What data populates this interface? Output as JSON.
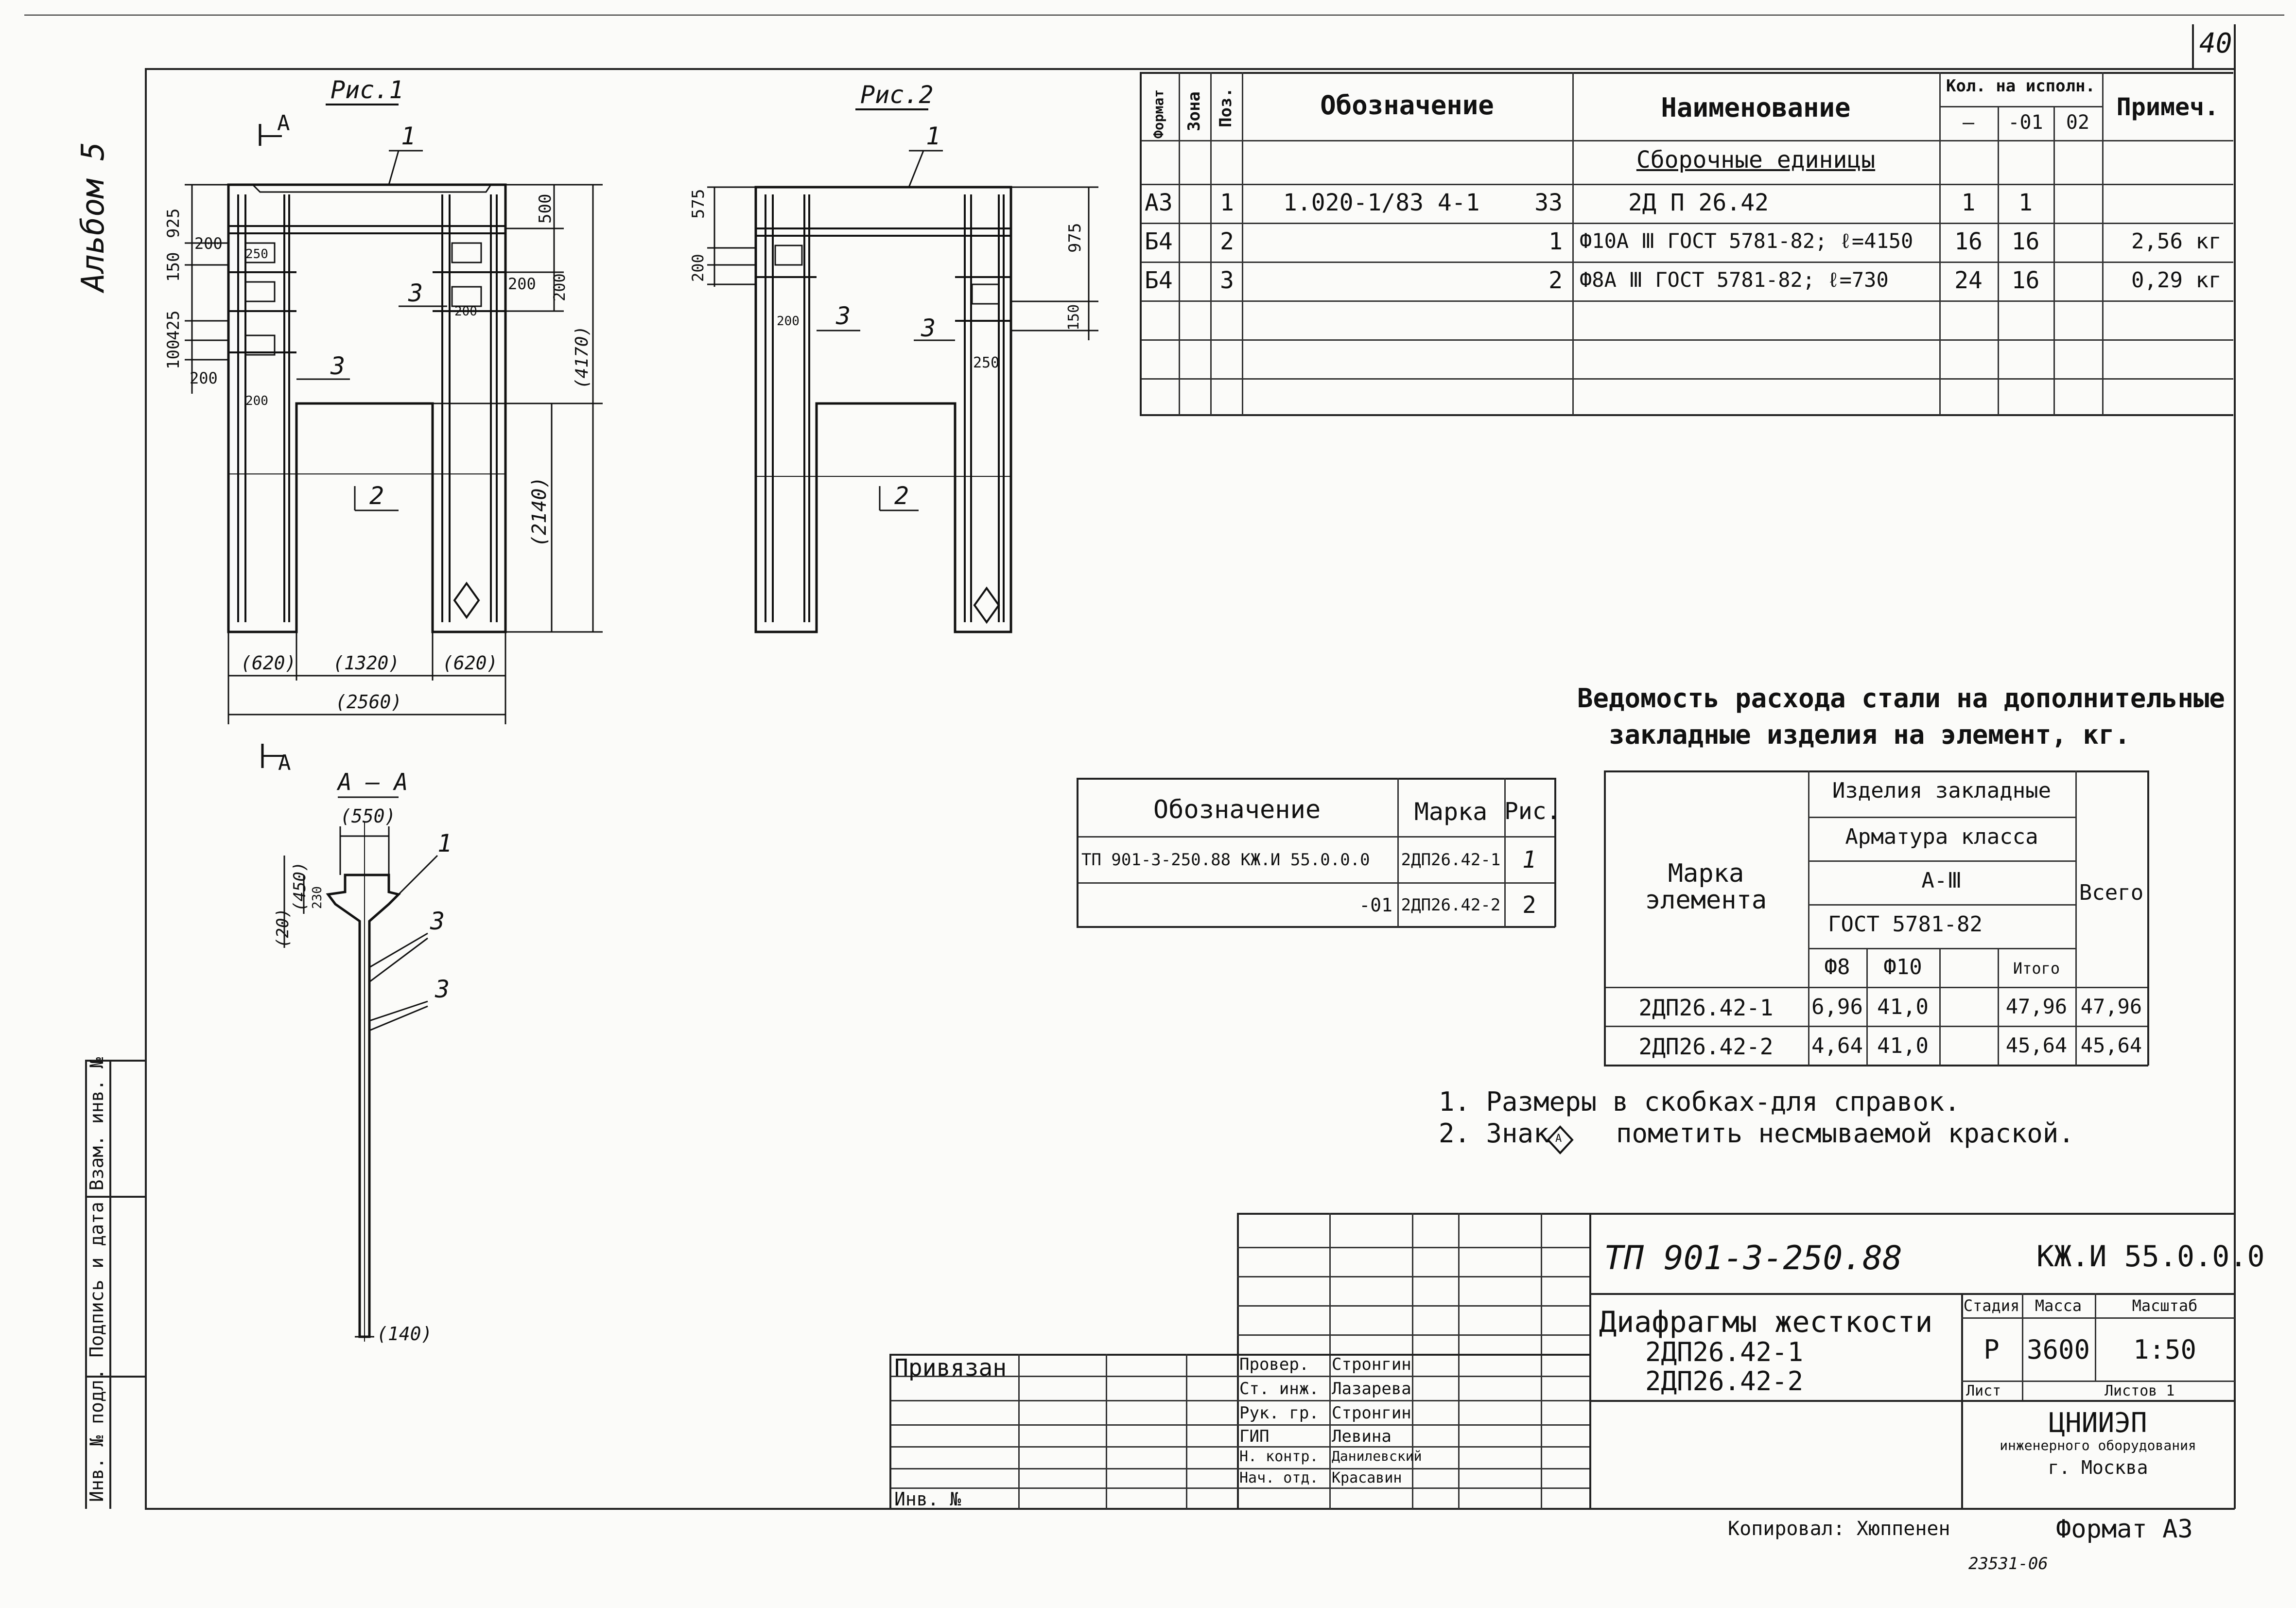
{
  "page_number": "40",
  "album": "Альбом 5",
  "side_stamp": "Инв. № подл. Подпись и дата Взам. инв. №",
  "fig1": {
    "title": "Рис.1",
    "section_mark": "А",
    "dims": {
      "d925": "925",
      "d150": "150",
      "d425": "425",
      "d100": "100",
      "d200a": "200",
      "d250": "250",
      "d200b": "200",
      "d200c": "200",
      "d500": "500",
      "d200r": "200",
      "d200rr": "200",
      "d200d": "200",
      "d4170": "(4170)",
      "d2140": "(2140)",
      "d620a": "(620)",
      "d1320": "(1320)",
      "d620b": "(620)",
      "d2560": "(2560)"
    },
    "callouts": {
      "c1": "1",
      "c2": "2",
      "c3a": "3",
      "c3b": "3"
    }
  },
  "fig2": {
    "title": "Рис.2",
    "dims": {
      "d575": "575",
      "d200": "200",
      "d200b": "200",
      "d975": "975",
      "d150": "150",
      "d250": "250"
    },
    "callouts": {
      "c1": "1",
      "c2": "2",
      "c3a": "3",
      "c3b": "3"
    }
  },
  "section_view": {
    "mark": "А",
    "title": "А — А",
    "dims": {
      "d550": "(550)",
      "d450": "(450)",
      "d20": "(20)",
      "d230": "230",
      "d140": "(140)"
    },
    "callouts": {
      "c1": "1",
      "c3a": "3",
      "c3b": "3"
    }
  },
  "spec_table": {
    "headers": {
      "format": "Формат",
      "zone": "Зона",
      "pos": "Поз.",
      "designation": "Обозначение",
      "name": "Наименование",
      "qty": "Кол. на исполн.",
      "q1": "—",
      "q2": "-01",
      "q3": "02",
      "note": "Примеч."
    },
    "section_title": "Сборочные единицы",
    "rows": [
      {
        "format": "А3",
        "pos": "1",
        "designation": "1.020-1/83 4-1",
        "des_num": "33",
        "name": "2Д П 26.42",
        "q1": "1",
        "q2": "1",
        "note": ""
      },
      {
        "format": "Б4",
        "pos": "2",
        "designation": "",
        "des_num": "1",
        "name": "Ф10А Ⅲ ГОСТ 5781-82; ℓ=4150",
        "q1": "16",
        "q2": "16",
        "note": "2,56 кг"
      },
      {
        "format": "Б4",
        "pos": "3",
        "designation": "",
        "des_num": "2",
        "name": "Ф8А Ⅲ ГОСТ 5781-82; ℓ=730",
        "q1": "24",
        "q2": "16",
        "note": "0,29 кг"
      }
    ]
  },
  "marks_table": {
    "headers": {
      "designation": "Обозначение",
      "mark": "Марка",
      "fig": "Рис."
    },
    "rows": [
      {
        "designation": "ТП 901-3-250.88   КЖ.И 55.0.0.0",
        "mark": "2ДП26.42-1",
        "fig": "1"
      },
      {
        "designation": "-01",
        "mark": "2ДП26.42-2",
        "fig": "2"
      }
    ]
  },
  "steel_table": {
    "title_line1": "Ведомость расхода стали на дополнительные",
    "title_line2": "закладные изделия на элемент, кг.",
    "headers": {
      "element": "Марка элемента",
      "embedded": "Изделия закладные",
      "rebar_class": "Арматура класса",
      "class": "А-Ⅲ",
      "gost": "ГОСТ 5781-82",
      "d8": "Ф8",
      "d10": "Ф10",
      "empty": "",
      "total": "Итого",
      "all": "Всего"
    },
    "rows": [
      {
        "element": "2ДП26.42-1",
        "d8": "6,96",
        "d10": "41,0",
        "total": "47,96",
        "all": "47,96"
      },
      {
        "element": "2ДП26.42-2",
        "d8": "4,64",
        "d10": "41,0",
        "total": "45,64",
        "all": "45,64"
      }
    ]
  },
  "notes": [
    "1. Размеры в скобках-для справок.",
    "2. Знак",
    "пометить несмываемой краской."
  ],
  "notes_mark": "А",
  "title_block": {
    "doc_code": "ТП 901-3-250.88",
    "sheet_code": "КЖ.И 55.0.0.0",
    "title": "Диафрагмы жесткости",
    "subtitle1": "2ДП26.42-1",
    "subtitle2": "2ДП26.42-2",
    "stage_label": "Стадия",
    "mass_label": "Масса",
    "scale_label": "Масштаб",
    "stage": "Р",
    "mass": "3600",
    "scale": "1:50",
    "sheet_label": "Лист",
    "sheets_label": "Листов 1",
    "org1": "ЦНИИЭП",
    "org2": "инженерного оборудования",
    "org3": "г. Москва",
    "bound": "Привязан",
    "inv": "Инв. №",
    "people": [
      {
        "role": "Провер.",
        "name": "Стронгин"
      },
      {
        "role": "Ст. инж.",
        "name": "Лазарева"
      },
      {
        "role": "Рук. гр.",
        "name": "Стронгин"
      },
      {
        "role": "ГИП",
        "name": "Левина"
      },
      {
        "role": "Н. контр.",
        "name": "Данилевский"
      },
      {
        "role": "Нач. отд.",
        "name": "Красавин"
      }
    ]
  },
  "copied": "Копировал: Хюппенен",
  "format": "Формат А3",
  "archive_no": "23531-06"
}
